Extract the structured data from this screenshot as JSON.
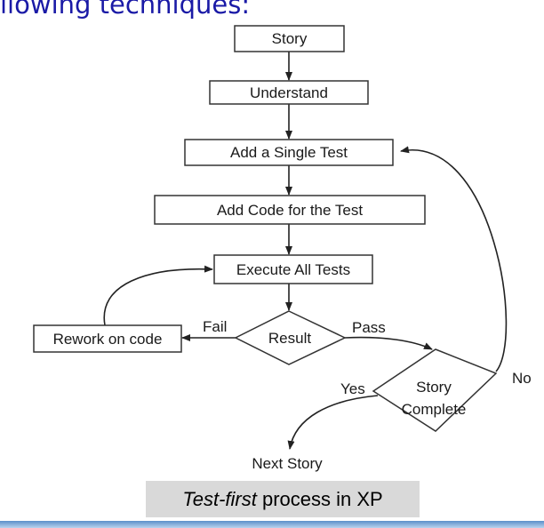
{
  "header": {
    "fragment": "llowing techniques:"
  },
  "flowchart": {
    "nodes": {
      "story": "Story",
      "understand": "Understand",
      "add_test": "Add a Single Test",
      "add_code": "Add Code for the Test",
      "execute": "Execute All Tests",
      "result": "Result",
      "rework": "Rework on code",
      "story_complete_line1": "Story",
      "story_complete_line2": "Complete",
      "next_story": "Next Story"
    },
    "edge_labels": {
      "fail": "Fail",
      "pass": "Pass",
      "yes": "Yes",
      "no": "No"
    }
  },
  "caption": {
    "emphasis": "Test-first",
    "rest": " process in XP"
  },
  "colors": {
    "heading": "#1a1aa6",
    "caption_bg": "#d9d9d9",
    "bottom_rule": "#5b8fc9"
  }
}
